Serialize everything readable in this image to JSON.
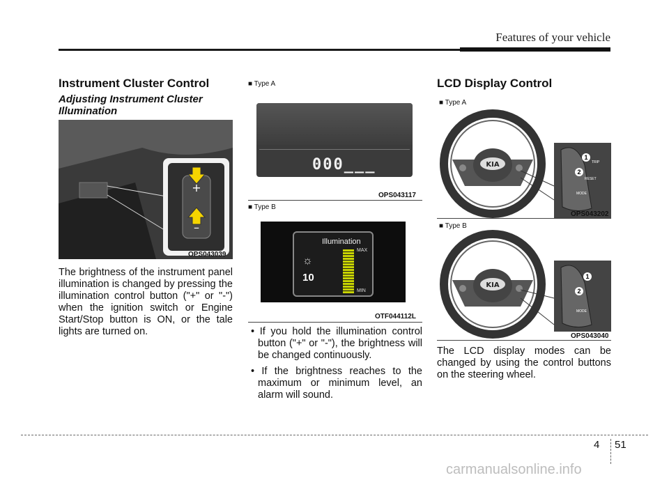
{
  "header": {
    "title": "Features of your vehicle"
  },
  "left": {
    "heading": "Instrument Cluster Control",
    "subheading": "Adjusting Instrument Cluster Illumination",
    "photo_caption": "OPS043039",
    "paragraph": "The brightness of the instrument panel illumination is changed by pressing the illumination control button (\"+\" or \"-\") when the ignition switch or Engine Start/Stop button is ON, or the tale lights are turned on."
  },
  "middle": {
    "type_a_label": "■ Type A",
    "type_a_display": "000___",
    "type_a_caption": "OPS043117",
    "type_b_label": "■ Type B",
    "type_b_title": "Illumination",
    "type_b_value": "10",
    "type_b_max": "MAX",
    "type_b_min": "MIN",
    "type_b_caption": "OTF044112L",
    "bullets": [
      "If you hold the illumination control button (\"+\" or \"-\"), the brightness will be changed continuously.",
      "If the brightness reaches to the maximum or minimum level, an alarm will sound."
    ]
  },
  "right": {
    "heading": "LCD Display Control",
    "type_a_label": "■ Type A",
    "type_a_caption": "OPS043202",
    "type_a_btn1": "TRIP",
    "type_a_btn2": "RESET",
    "type_a_btn3": "MODE",
    "type_b_label": "■ Type B",
    "type_b_caption": "OPS043040",
    "type_b_btn3": "MODE",
    "badge_1": "1",
    "badge_2": "2",
    "paragraph": "The LCD display modes can be changed by using the control buttons on the steering wheel."
  },
  "footer": {
    "chapter": "4",
    "page": "51",
    "watermark": "carmanualsonline.info"
  }
}
